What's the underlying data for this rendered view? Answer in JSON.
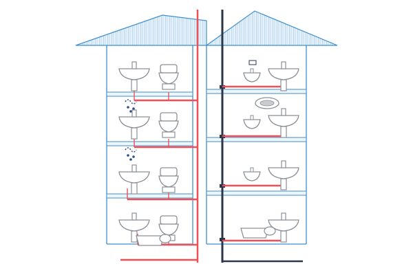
{
  "colors": {
    "outline": "#3e8fcf",
    "hot_pipe": "#ef4f55",
    "drain_pipe": "#2b3648",
    "fixture": "#8a8f96",
    "fixture_fill": "#ffffff",
    "roof_fill": "#e6f1fa",
    "slab_fill": "#eef5fb",
    "leak": "#2f4f86"
  },
  "icons": {
    "basin": "wash-basin-icon",
    "toilet": "toilet-icon",
    "tap": "faucet-icon",
    "leak": "water-leak-icon",
    "bathtub": "bathtub-icon"
  },
  "building": {
    "left_floors": [
      {
        "fixtures": [
          "basin",
          "toilet"
        ],
        "leak": true
      },
      {
        "fixtures": [
          "basin",
          "toilet"
        ],
        "leak": true
      },
      {
        "fixtures": [
          "basin",
          "toilet"
        ],
        "leak": false
      },
      {
        "fixtures": [
          "basin",
          "toilet"
        ],
        "leak": false
      }
    ],
    "right_floors": [
      {
        "fixtures": [
          "small-basin",
          "basin"
        ]
      },
      {
        "fixtures": [
          "small-basin",
          "basin"
        ]
      },
      {
        "fixtures": [
          "small-basin",
          "basin"
        ]
      },
      {
        "fixtures": [
          "tub-shower",
          "basin"
        ]
      }
    ]
  }
}
